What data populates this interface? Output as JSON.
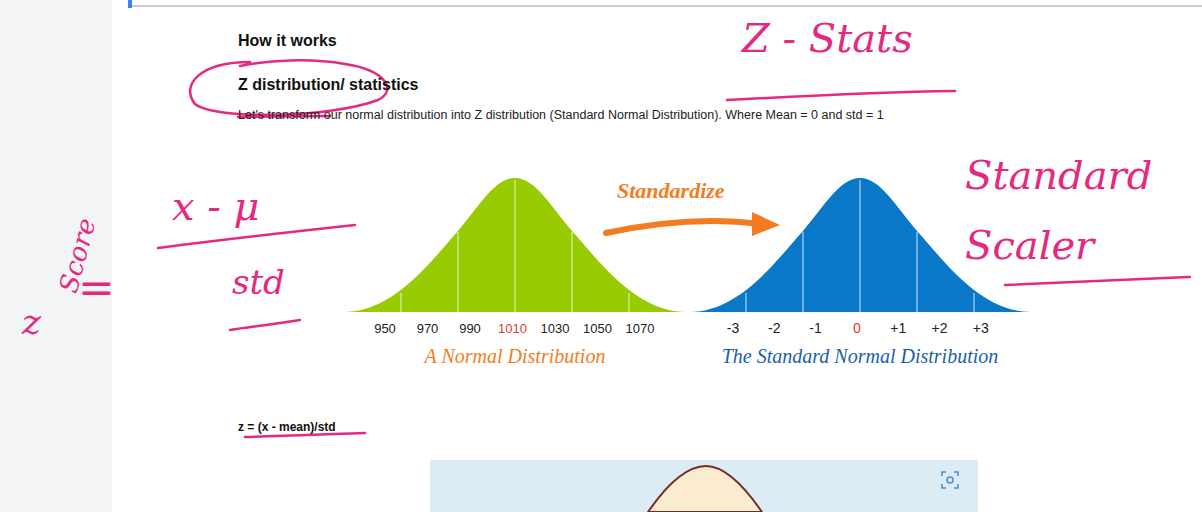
{
  "diagram": {
    "title": "How it works",
    "labels": [
      "Z distribution/ statistics",
      "Let's transform our normal distribution into Z distribution (Standard Normal Distribution). Where Mean = 0 and std = 1",
      "Z - Stats",
      "Standard Scaler",
      "Score",
      "z",
      "=",
      "x - μ",
      "std",
      "950",
      "970",
      "990",
      "1010",
      "1030",
      "1050",
      "1070",
      "A Normal Distribution",
      "Standardize",
      "-3",
      "-2",
      "-1",
      "0",
      "+1",
      "+2",
      "+3",
      "The Standard Normal Distribution",
      "z = (x - mean)/std"
    ]
  }
}
